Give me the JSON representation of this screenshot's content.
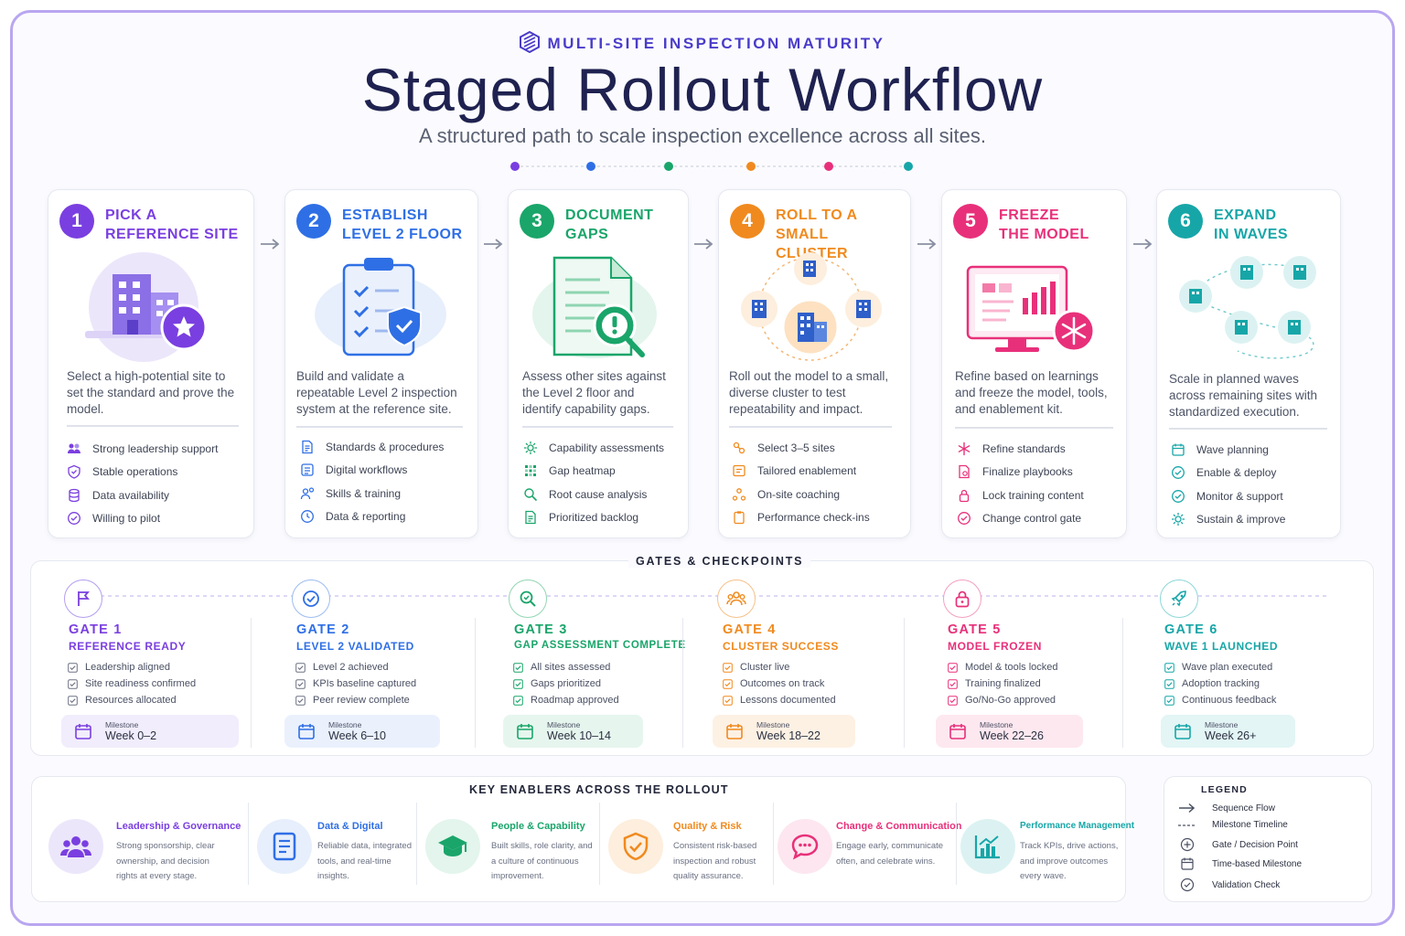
{
  "header": {
    "eyebrow": "MULTI-SITE INSPECTION MATURITY",
    "title": "Staged Rollout Workflow",
    "subtitle": "A structured path to scale inspection excellence across all sites."
  },
  "colors": {
    "purple": "#7a3fe0",
    "blue": "#2f6fe5",
    "green": "#1aa56a",
    "orange": "#f08a1e",
    "pink": "#e8307a",
    "teal": "#17a6a8"
  },
  "stages": [
    {
      "num": "1",
      "title_line1": "PICK A",
      "title_line2": "REFERENCE SITE",
      "desc": "Select a high-potential site to set the standard and prove the model.",
      "items": [
        "Strong leadership support",
        "Stable operations",
        "Data availability",
        "Willing to pilot"
      ]
    },
    {
      "num": "2",
      "title_line1": "ESTABLISH",
      "title_line2": "LEVEL 2 FLOOR",
      "desc": "Build and validate a repeatable Level 2 inspection system at the reference site.",
      "items": [
        "Standards & procedures",
        "Digital workflows",
        "Skills & training",
        "Data & reporting"
      ]
    },
    {
      "num": "3",
      "title_line1": "DOCUMENT",
      "title_line2": "GAPS",
      "desc": "Assess other sites against the Level 2 floor and identify capability gaps.",
      "items": [
        "Capability assessments",
        "Gap heatmap",
        "Root cause analysis",
        "Prioritized backlog"
      ]
    },
    {
      "num": "4",
      "title_line1": "ROLL TO A SMALL",
      "title_line2": "CLUSTER",
      "desc": "Roll out the model to a small, diverse cluster to test repeatability and impact.",
      "items": [
        "Select 3–5 sites",
        "Tailored enablement",
        "On-site coaching",
        "Performance check-ins"
      ]
    },
    {
      "num": "5",
      "title_line1": "FREEZE",
      "title_line2": "THE MODEL",
      "desc": "Refine based on learnings and freeze the model, tools, and enablement kit.",
      "items": [
        "Refine standards",
        "Finalize playbooks",
        "Lock training content",
        "Change control gate"
      ]
    },
    {
      "num": "6",
      "title_line1": "EXPAND",
      "title_line2": "IN WAVES",
      "desc": "Scale in planned waves across remaining sites with standardized execution.",
      "items": [
        "Wave planning",
        "Enable & deploy",
        "Monitor & support",
        "Sustain & improve"
      ]
    }
  ],
  "gates_title": "GATES & CHECKPOINTS",
  "gates": [
    {
      "title": "GATE 1",
      "subtitle": "REFERENCE READY",
      "checks": [
        "Leadership aligned",
        "Site readiness confirmed",
        "Resources allocated"
      ],
      "milestone_label": "Milestone",
      "milestone": "Week 0–2",
      "icon": "flag-icon"
    },
    {
      "title": "GATE 2",
      "subtitle": "LEVEL 2 VALIDATED",
      "checks": [
        "Level 2 achieved",
        "KPIs baseline captured",
        "Peer review complete"
      ],
      "milestone_label": "Milestone",
      "milestone": "Week 6–10",
      "icon": "check-circle-icon"
    },
    {
      "title": "GATE 3",
      "subtitle": "GAP ASSESSMENT COMPLETE",
      "checks": [
        "All sites assessed",
        "Gaps prioritized",
        "Roadmap approved"
      ],
      "milestone_label": "Milestone",
      "milestone": "Week 10–14",
      "icon": "magnifier-icon"
    },
    {
      "title": "GATE 4",
      "subtitle": "CLUSTER SUCCESS",
      "checks": [
        "Cluster live",
        "Outcomes on track",
        "Lessons documented"
      ],
      "milestone_label": "Milestone",
      "milestone": "Week 18–22",
      "icon": "people-icon"
    },
    {
      "title": "GATE 5",
      "subtitle": "MODEL FROZEN",
      "checks": [
        "Model & tools locked",
        "Training finalized",
        "Go/No-Go approved"
      ],
      "milestone_label": "Milestone",
      "milestone": "Week 22–26",
      "icon": "lock-icon"
    },
    {
      "title": "GATE 6",
      "subtitle": "WAVE 1 LAUNCHED",
      "checks": [
        "Wave plan executed",
        "Adoption tracking",
        "Continuous feedback"
      ],
      "milestone_label": "Milestone",
      "milestone": "Week 26+",
      "icon": "rocket-icon"
    }
  ],
  "enablers_title": "KEY ENABLERS ACROSS THE ROLLOUT",
  "enablers": [
    {
      "title": "Leadership & Governance",
      "desc": "Strong sponsorship, clear ownership, and decision rights at every stage."
    },
    {
      "title": "Data & Digital",
      "desc": "Reliable data, integrated tools, and real-time insights."
    },
    {
      "title": "People & Capability",
      "desc": "Built skills, role clarity, and a culture of continuous improvement."
    },
    {
      "title": "Quality & Risk",
      "desc": "Consistent risk-based inspection and robust quality assurance."
    },
    {
      "title": "Change & Communication",
      "desc": "Engage early, communicate often, and celebrate wins."
    },
    {
      "title": "Performance Management",
      "desc": "Track KPIs, drive actions, and improve outcomes every wave."
    }
  ],
  "legend": {
    "title": "LEGEND",
    "items": [
      "Sequence Flow",
      "Milestone Timeline",
      "Gate / Decision Point",
      "Time-based Milestone",
      "Validation Check"
    ]
  }
}
